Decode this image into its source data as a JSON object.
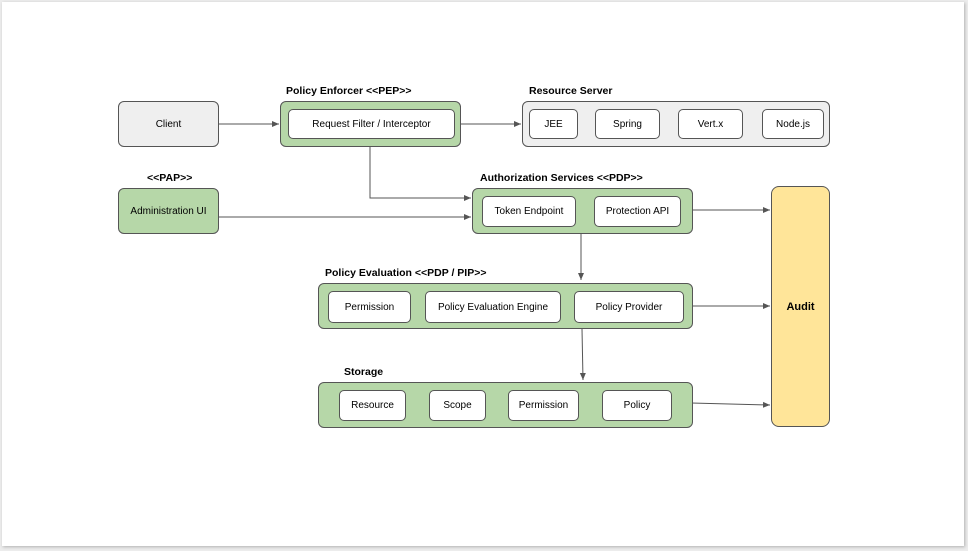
{
  "colors": {
    "green_fill": "#b6d7a8",
    "gray_fill": "#efefef",
    "audit_fill": "#ffe599",
    "stroke": "#555555"
  },
  "client": {
    "label": "Client"
  },
  "pep": {
    "title": "Policy Enforcer <<PEP>>",
    "items": [
      "Request Filter / Interceptor"
    ]
  },
  "resource_server": {
    "title": "Resource Server",
    "items": [
      "JEE",
      "Spring",
      "Vert.x",
      "Node.js"
    ]
  },
  "pap": {
    "title": "<<PAP>>",
    "label": "Administration UI"
  },
  "authorization_services": {
    "title": "Authorization Services <<PDP>>",
    "items": [
      "Token Endpoint",
      "Protection API"
    ]
  },
  "policy_evaluation": {
    "title": "Policy Evaluation <<PDP / PIP>>",
    "items": [
      "Permission",
      "Policy Evaluation Engine",
      "Policy Provider"
    ]
  },
  "storage": {
    "title": "Storage",
    "items": [
      "Resource",
      "Scope",
      "Permission",
      "Policy"
    ]
  },
  "audit": {
    "label": "Audit"
  }
}
